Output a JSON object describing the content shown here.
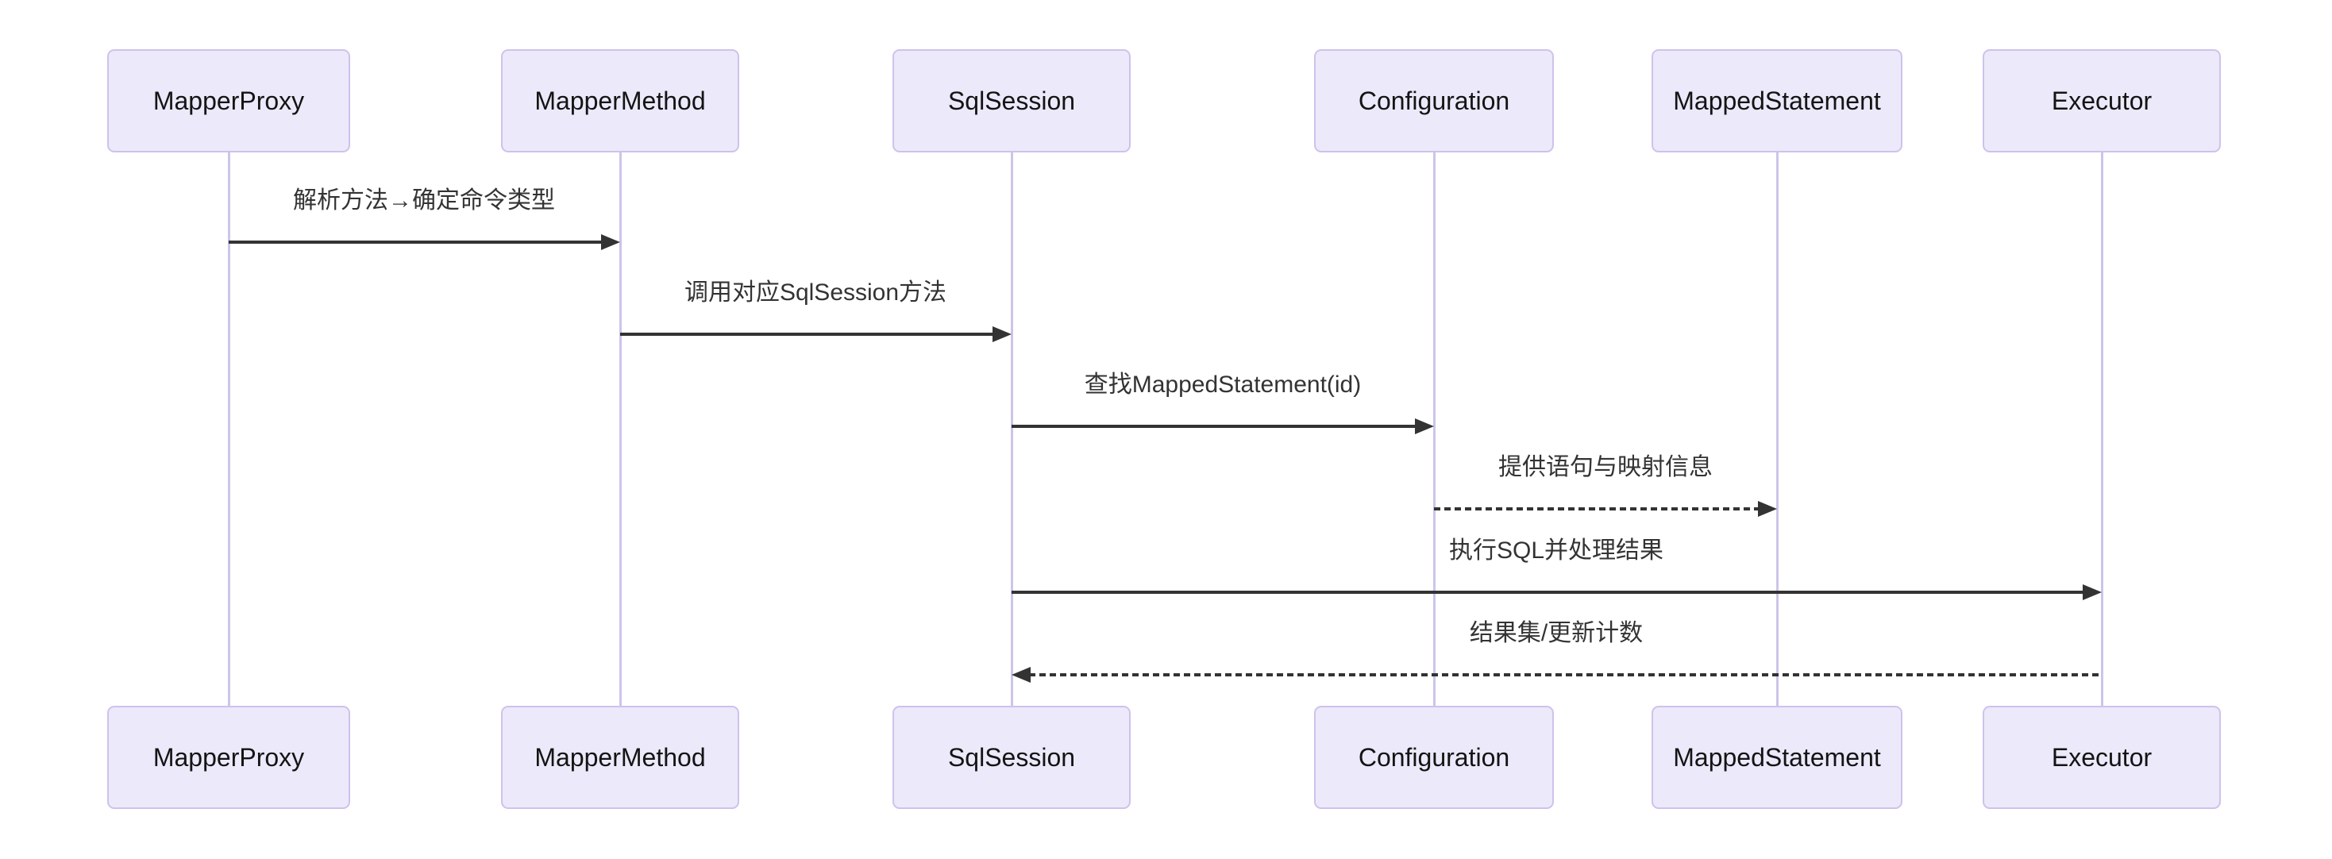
{
  "diagram": {
    "type": "sequence",
    "background": "#ffffff",
    "colors": {
      "actor_fill": "#ECE9FA",
      "actor_border": "#CFC2EC",
      "lifeline": "#CDC4EA",
      "arrow": "#333333",
      "message_text": "#333333",
      "actor_text": "#141414"
    },
    "actors": [
      {
        "id": "mapper-proxy",
        "label": "MapperProxy"
      },
      {
        "id": "mapper-method",
        "label": "MapperMethod"
      },
      {
        "id": "sql-session",
        "label": "SqlSession"
      },
      {
        "id": "configuration",
        "label": "Configuration"
      },
      {
        "id": "mapped-statement",
        "label": "MappedStatement"
      },
      {
        "id": "executor",
        "label": "Executor"
      }
    ],
    "messages": [
      {
        "from": "MapperProxy",
        "to": "MapperMethod",
        "label": "解析方法→确定命令类型",
        "line": "solid",
        "direction": "right"
      },
      {
        "from": "MapperMethod",
        "to": "SqlSession",
        "label": "调用对应SqlSession方法",
        "line": "solid",
        "direction": "right"
      },
      {
        "from": "SqlSession",
        "to": "Configuration",
        "label": "查找MappedStatement(id)",
        "line": "solid",
        "direction": "right"
      },
      {
        "from": "Configuration",
        "to": "MappedStatement",
        "label": "提供语句与映射信息",
        "line": "dashed",
        "direction": "right"
      },
      {
        "from": "SqlSession",
        "to": "Executor",
        "label": "执行SQL并处理结果",
        "line": "solid",
        "direction": "right"
      },
      {
        "from": "Executor",
        "to": "SqlSession",
        "label": "结果集/更新计数",
        "line": "dashed",
        "direction": "left"
      }
    ]
  }
}
